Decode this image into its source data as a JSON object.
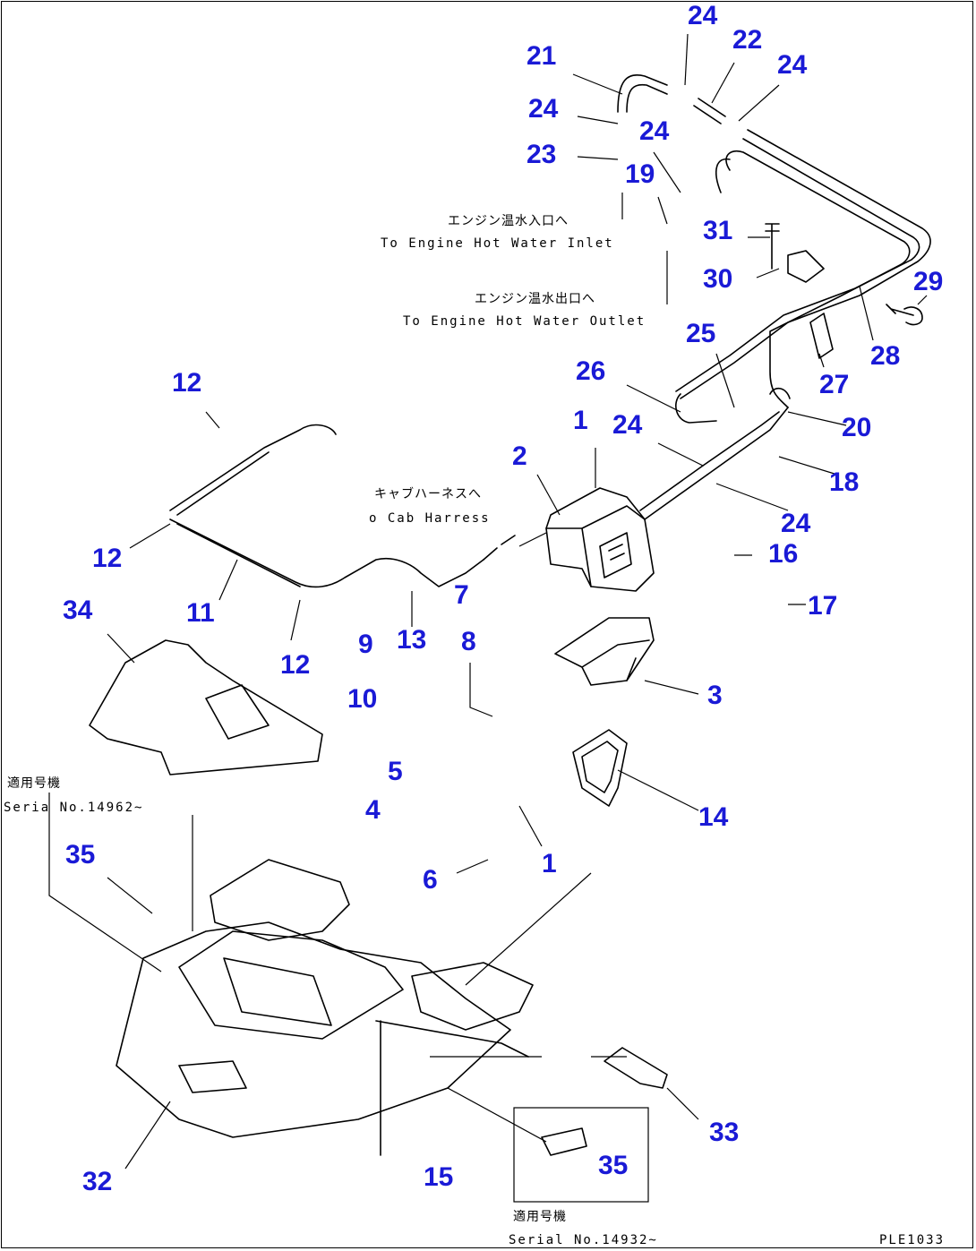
{
  "parts": [
    "1",
    "2",
    "3",
    "4",
    "5",
    "6",
    "7",
    "8",
    "9",
    "10",
    "11",
    "12",
    "13",
    "14",
    "15",
    "16",
    "17",
    "18",
    "19",
    "20",
    "21",
    "22",
    "23",
    "24",
    "25",
    "26",
    "27",
    "28",
    "29",
    "30",
    "31",
    "32",
    "33",
    "34",
    "35"
  ],
  "annotations": {
    "hot_water_inlet_jp": "エンジン温水入口へ",
    "hot_water_inlet_en": "To Engine Hot Water Inlet",
    "hot_water_outlet_jp": "エンジン温水出口へ",
    "hot_water_outlet_en": "To Engine Hot Water Outlet",
    "cab_harness_jp": "キャブハーネスへ",
    "cab_harness_en": "o Cab Harress",
    "serial_left_jp": "適用号機",
    "serial_left_en": "Seria  No.14962~",
    "serial_bottom_jp": "適用号機",
    "serial_bottom_en": "Serial No.14932~"
  },
  "figure_code": "PLE1033",
  "colors": {
    "label": "#1a1ad6",
    "line": "#000000",
    "background": "#ffffff"
  }
}
